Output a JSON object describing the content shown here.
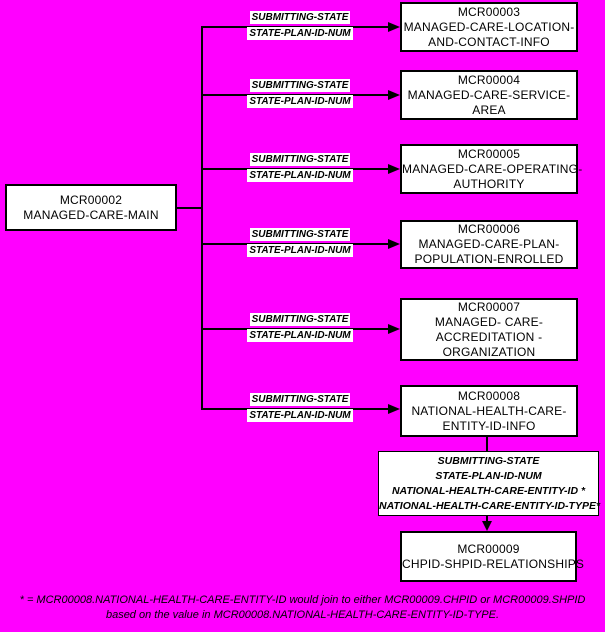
{
  "canvas": {
    "background_color": "#FF00FF",
    "box_fill_color": "#FFFFFF",
    "box_border_color": "#000000",
    "line_color": "#000000",
    "text_color": "#000000"
  },
  "root": {
    "code": "MCR00002",
    "name": "MANAGED-CARE-MAIN"
  },
  "connector_label": {
    "line1": "SUBMITTING-STATE",
    "line2": "STATE-PLAN-ID-NUM"
  },
  "children": [
    {
      "code": "MCR00003",
      "lines": [
        "MANAGED-CARE-LOCATION-",
        "AND-CONTACT-INFO"
      ]
    },
    {
      "code": "MCR00004",
      "lines": [
        "MANAGED-CARE-SERVICE-",
        "AREA"
      ]
    },
    {
      "code": "MCR00005",
      "lines": [
        "MANAGED-CARE-OPERATING-",
        "AUTHORITY"
      ]
    },
    {
      "code": "MCR00006",
      "lines": [
        "MANAGED-CARE-PLAN-",
        "POPULATION-ENROLLED"
      ]
    },
    {
      "code": "MCR00007",
      "lines": [
        "MANAGED- CARE-",
        "ACCREDITATION -",
        "ORGANIZATION"
      ]
    },
    {
      "code": "MCR00008",
      "lines": [
        "NATIONAL-HEALTH-CARE-",
        "ENTITY-ID-INFO"
      ]
    }
  ],
  "join_label": {
    "line1": "SUBMITTING-STATE",
    "line2": "STATE-PLAN-ID-NUM",
    "line3": "NATIONAL-HEALTH-CARE-ENTITY-ID *",
    "line4": "NATIONAL-HEALTH-CARE-ENTITY-ID-TYPE*"
  },
  "final": {
    "code": "MCR00009",
    "name": "CHPID-SHPID-RELATIONSHIPS"
  },
  "footnote": {
    "line1": "* = MCR00008.NATIONAL-HEALTH-CARE-ENTITY-ID would join to either MCR00009.CHPID or MCR00009.SHPID",
    "line2": "based on the value in MCR00008.NATIONAL-HEALTH-CARE-ENTITY-ID-TYPE."
  }
}
